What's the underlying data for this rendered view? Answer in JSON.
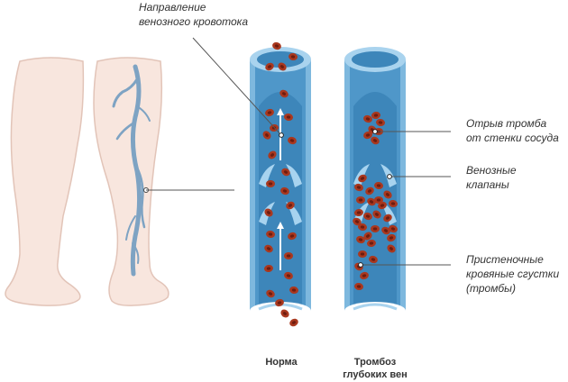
{
  "labels": {
    "flow_direction": [
      "Направление",
      "венозного кровотока"
    ],
    "clot_detachment": [
      "Отрыв тромба",
      "от стенки сосуда"
    ],
    "venous_valves": [
      "Венозные",
      "клапаны"
    ],
    "parietal_clots": [
      "Пристеночные",
      "кровяные сгустки",
      "(тромбы)"
    ]
  },
  "captions": {
    "normal": [
      "Норма"
    ],
    "dvt": [
      "Тромбоз",
      "глубоких вен"
    ]
  },
  "colors": {
    "leg_fill": "#f8e6de",
    "leg_stroke": "#e2c4b8",
    "vein": "#7ea3c3",
    "vessel_outer": "#7eb8de",
    "vessel_wall": "#4f97c9",
    "vessel_lumen": "#3d86ba",
    "vessel_rim": "#a9d3ee",
    "valve": "#a7d3ef",
    "rbc": "#a9381f",
    "rbc_center": "#6e1c0f",
    "arrow": "#ffffff",
    "leader": "#555555"
  }
}
